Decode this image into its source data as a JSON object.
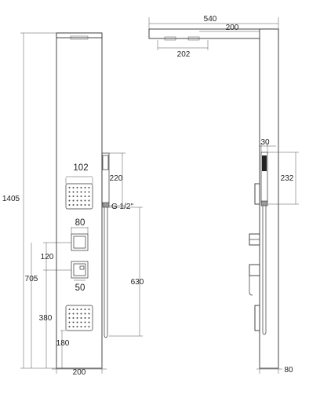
{
  "front_view": {
    "total_height": "1405",
    "width": "200",
    "shower_head_width": "102",
    "hand_shower_height": "220",
    "connection": "G 1/2\"",
    "valve_width_top": "80",
    "valve_width_bottom": "50",
    "valve_spacing": "120",
    "height_705": "705",
    "height_380": "380",
    "height_180": "180",
    "hose_length": "630"
  },
  "side_view": {
    "top_length": "540",
    "arm_width": "200",
    "rain_head_width": "202",
    "hand_shower_width": "30",
    "hand_shower_height": "232",
    "depth": "80"
  }
}
